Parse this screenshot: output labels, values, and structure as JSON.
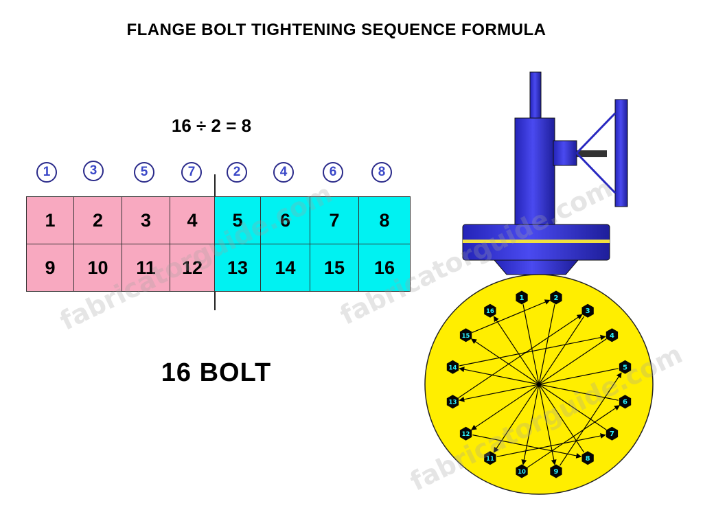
{
  "title": "FLANGE BOLT  TIGHTENING SEQUENCE FORMULA",
  "formula": "16 ÷ 2 = 8",
  "caption": "16  BOLT",
  "watermark": "fabricatorguide.com",
  "tightening_order": [
    "1",
    "3",
    "5",
    "7",
    "2",
    "4",
    "6",
    "8"
  ],
  "grid": {
    "rows": [
      [
        "1",
        "2",
        "3",
        "4",
        "5",
        "6",
        "7",
        "8"
      ],
      [
        "9",
        "10",
        "11",
        "12",
        "13",
        "14",
        "15",
        "16"
      ]
    ],
    "left_color": "#f8a9c0",
    "right_color": "#00f2f2"
  },
  "flange": {
    "face_color": "#ffee00",
    "body_color": "#3a3adc",
    "bolt_labels": [
      "1",
      "2",
      "3",
      "4",
      "5",
      "6",
      "7",
      "8",
      "9",
      "10",
      "11",
      "12",
      "13",
      "14",
      "15",
      "16"
    ],
    "bolt_label_color": "#2cf0ff",
    "sequence": [
      "1",
      "9",
      "5",
      "13",
      "3",
      "11",
      "7",
      "15",
      "2",
      "10",
      "6",
      "14",
      "4",
      "12",
      "8",
      "16"
    ]
  }
}
